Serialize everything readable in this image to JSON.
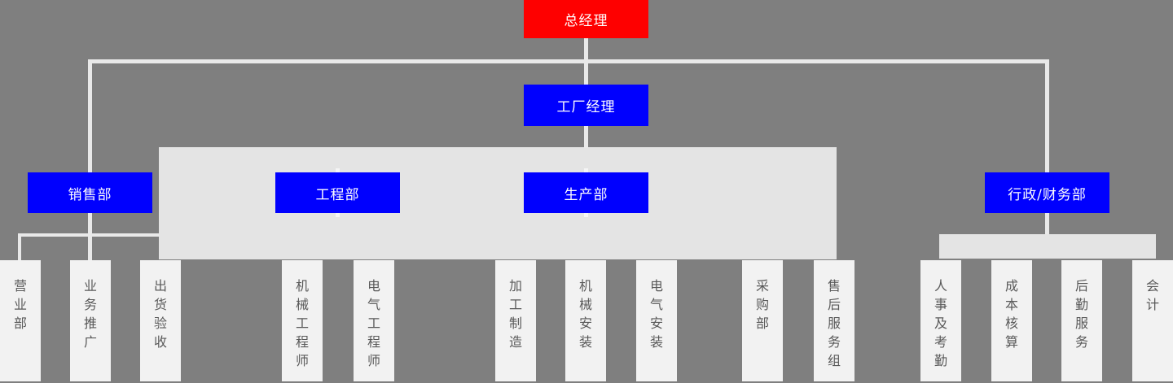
{
  "diagram_title": "org-chart",
  "colors": {
    "background": "#7f7f7f",
    "top_node": "#fe0000",
    "dept_node": "#0000fe",
    "node_text": "#ffffff",
    "panel": "#e4e4e4",
    "leaf_background": "#f2f2f2",
    "leaf_text": "#595959",
    "connector": "#e9e9e9"
  },
  "nodes": {
    "general_manager": "总经理",
    "factory_manager": "工厂经理",
    "sales_dept": "销售部",
    "engineering_dept": "工程部",
    "production_dept": "生产部",
    "admin_finance_dept": "行政/财务部"
  },
  "leaves": [
    {
      "label": "营业部",
      "parent": "销售部"
    },
    {
      "label": "业务推广",
      "parent": "销售部"
    },
    {
      "label": "出货验收",
      "parent": "销售部"
    },
    {
      "label": "机械工程师",
      "parent": "工程部"
    },
    {
      "label": "电气工程师",
      "parent": "工程部"
    },
    {
      "label": "加工制造",
      "parent": "生产部"
    },
    {
      "label": "机械安装",
      "parent": "生产部"
    },
    {
      "label": "电气安装",
      "parent": "生产部"
    },
    {
      "label": "采购部",
      "parent": "生产部"
    },
    {
      "label": "售后服务组",
      "parent": "生产部"
    },
    {
      "label": "人事及考勤",
      "parent": "行政/财务部"
    },
    {
      "label": "成本核算",
      "parent": "行政/财务部"
    },
    {
      "label": "后勤服务",
      "parent": "行政/财务部"
    },
    {
      "label": "会计",
      "parent": "行政/财务部"
    }
  ]
}
